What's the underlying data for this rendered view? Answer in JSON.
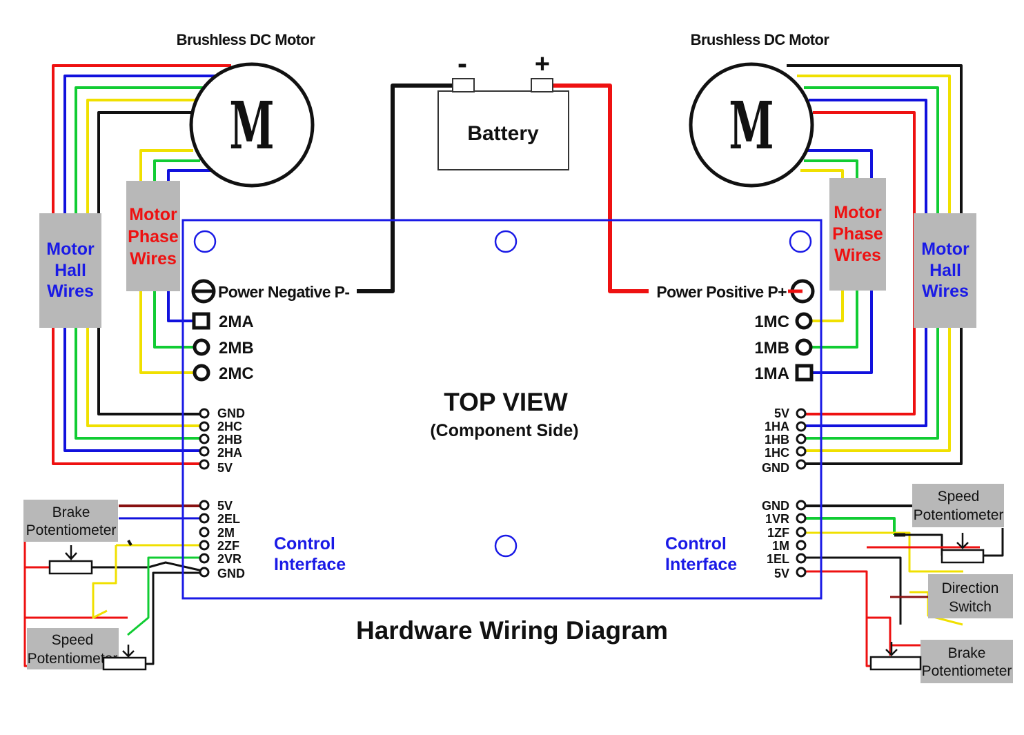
{
  "title": "Hardware Wiring Diagram",
  "board": {
    "title": "TOP VIEW",
    "subtitle": "(Component Side)"
  },
  "motors": {
    "left": {
      "heading": "Brushless DC Motor",
      "symbol": "M"
    },
    "right": {
      "heading": "Brushless DC Motor",
      "symbol": "M"
    }
  },
  "battery": {
    "label": "Battery",
    "negative": "-",
    "positive": "+"
  },
  "power": {
    "negative": "Power Negative P-",
    "positive": "Power Positive P+"
  },
  "boxes": {
    "hall_left": [
      "Motor",
      "Hall",
      "Wires"
    ],
    "phase_left": [
      "Motor",
      "Phase",
      "Wires"
    ],
    "hall_right": [
      "Motor",
      "Hall",
      "Wires"
    ],
    "phase_right": [
      "Motor",
      "Phase",
      "Wires"
    ],
    "brake_left": [
      "Brake",
      "Potentiometer"
    ],
    "speed_left": [
      "Speed",
      "Potentiometer"
    ],
    "speed_right": [
      "Speed",
      "Potentiometer"
    ],
    "direction_right": [
      "Direction",
      "Switch"
    ],
    "brake_right": [
      "Brake",
      "Potentiometer"
    ]
  },
  "phase_terminals": {
    "left": [
      "2MA",
      "2MB",
      "2MC"
    ],
    "right": [
      "1MC",
      "1MB",
      "1MA"
    ]
  },
  "hall_pins": {
    "left": [
      "GND",
      "2HC",
      "2HB",
      "2HA",
      "5V"
    ],
    "right": [
      "5V",
      "1HA",
      "1HB",
      "1HC",
      "GND"
    ]
  },
  "control_pins": {
    "left": [
      "5V",
      "2EL",
      "2M",
      "2ZF",
      "2VR",
      "GND"
    ],
    "right": [
      "GND",
      "1VR",
      "1ZF",
      "1M",
      "1EL",
      "5V"
    ]
  },
  "control_label": [
    "Control",
    "Interface"
  ],
  "colors": {
    "red": "#ee1111",
    "blue": "#1111dd",
    "green": "#11cc33",
    "yellow": "#f0e000",
    "black": "#111111",
    "board": "#1a1ae6",
    "box": "#b8b8b8",
    "label_blue": "#1a1ae6",
    "label_red": "#ee1111"
  }
}
